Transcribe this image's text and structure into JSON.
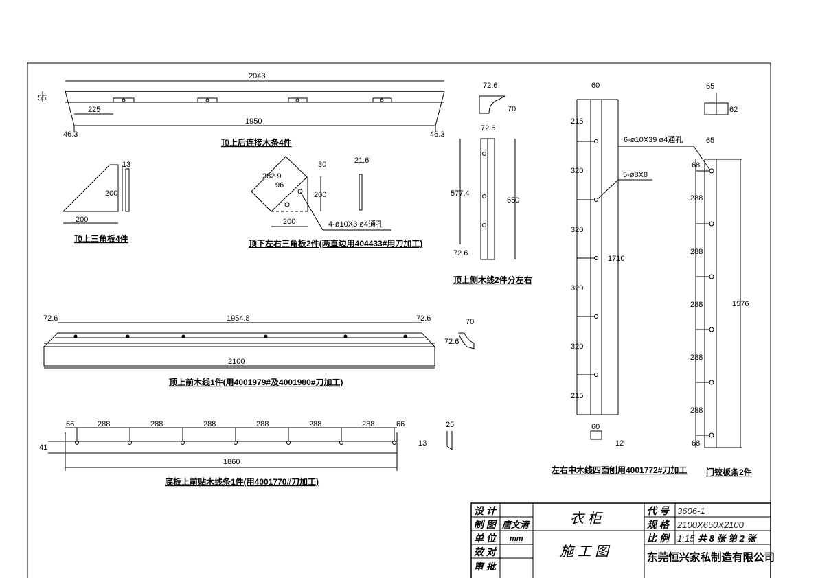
{
  "parts": {
    "rear_strip": {
      "caption": "顶上后连接木条4件",
      "dims": [
        "2043",
        "56",
        "225",
        "1950",
        "46.3",
        "46.3"
      ]
    },
    "top_triangle": {
      "caption": "顶上三角板4件",
      "dims": [
        "13",
        "200",
        "200"
      ]
    },
    "lr_triangle": {
      "caption": "顶下左右三角板2件(两直边用404433#用刀加工)",
      "dims": [
        "282.9",
        "96",
        "30",
        "200",
        "200",
        "21.6"
      ],
      "note": "4-ø10X3  ø4通孔"
    },
    "side_molding": {
      "caption": "顶上侧木线2件分左右",
      "dims": [
        "72.6",
        "70",
        "72.6",
        "577.4",
        "650",
        "72.6"
      ]
    },
    "front_molding": {
      "caption": "顶上前木线1件(用4001979#及4001980#刀加工)",
      "dims": [
        "72.6",
        "1954.8",
        "72.6",
        "2100",
        "70",
        "72.6"
      ]
    },
    "bottom_strip": {
      "caption": "底板上前贴木线条1件(用4001770#刀加工)",
      "dims": [
        "66",
        "288",
        "288",
        "288",
        "288",
        "288",
        "288",
        "66",
        "41",
        "13",
        "1860",
        "25"
      ]
    },
    "middle_molding": {
      "caption": "左右中木线四面刨用4001772#刀加工",
      "dims": [
        "60",
        "215",
        "320",
        "320",
        "320",
        "320",
        "215",
        "1710",
        "60",
        "12"
      ],
      "note": "5-ø8X8"
    },
    "hinge_strip": {
      "caption": "门铰板条2件",
      "dims": [
        "65",
        "62",
        "65",
        "68",
        "288",
        "288",
        "288",
        "288",
        "288",
        "68",
        "1576"
      ],
      "note": "6-ø10X39  ø4通孔"
    }
  },
  "title_block": {
    "design_label": "设 计",
    "drawn_label": "制 图",
    "drawn_by": "唐文清",
    "unit_label": "单 位",
    "unit": "mm",
    "check_label": "效 对",
    "approve_label": "审 批",
    "product": "衣   柜",
    "drawing_type": "施  工  图",
    "code_label": "代 号",
    "code": "3606-1",
    "spec_label": "规 格",
    "spec": "2100X650X2100",
    "scale_label": "比 例",
    "scale": "1:15",
    "sheets": "共 8 张 第 2 张",
    "company": "东莞恒兴家私制造有限公司"
  }
}
